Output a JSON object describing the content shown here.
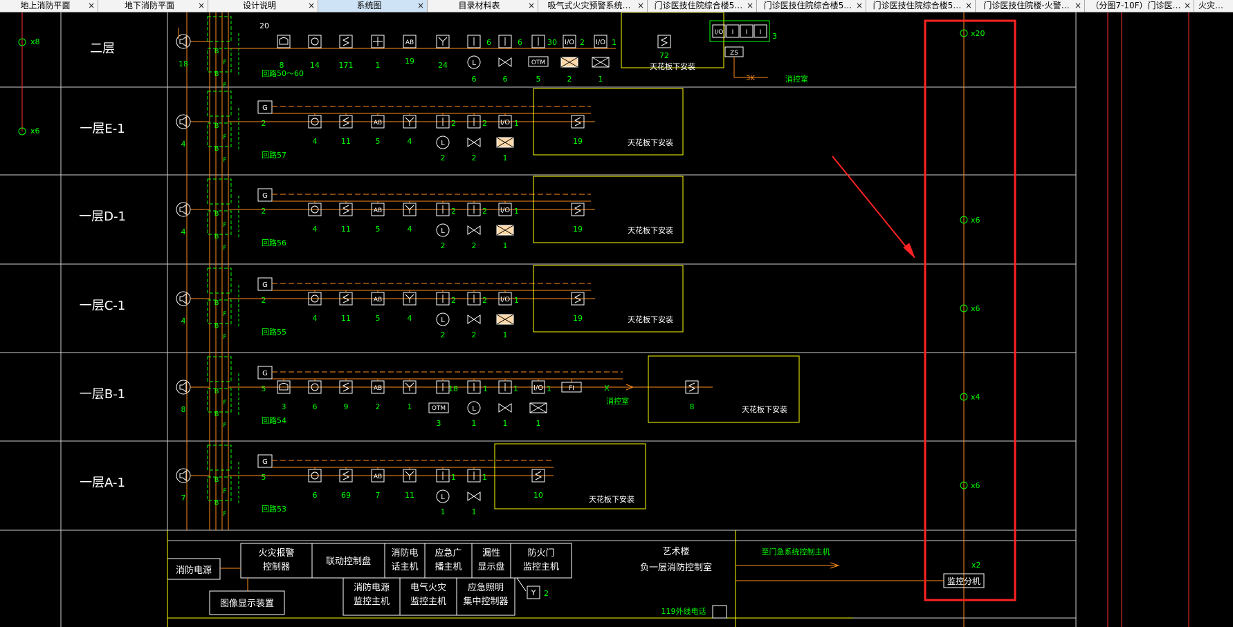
{
  "tabs": [
    {
      "label": "地上消防平面",
      "w": 142
    },
    {
      "label": "地下消防平面",
      "w": 159
    },
    {
      "label": "设计说明",
      "w": 159
    },
    {
      "label": "系统图",
      "w": 158,
      "active": true
    },
    {
      "label": "目录材料表",
      "w": 160
    },
    {
      "label": "吸气式火灾预警系统…",
      "w": 158
    },
    {
      "label": "门诊医技住院综合楼5…",
      "w": 158
    },
    {
      "label": "门诊医技住院综合楼5…",
      "w": 158
    },
    {
      "label": "门诊医技住院综合楼5…",
      "w": 158
    },
    {
      "label": "门诊医技住院楼-火警…",
      "w": 158
    },
    {
      "label": "（分图7-10F）门诊医…",
      "w": 158
    },
    {
      "label": "火灾自动",
      "w": 60
    }
  ],
  "close_glyph": "×",
  "colors": {
    "wire": "#ff8c1a",
    "symbol": "#ffffff",
    "green": "#00ff00",
    "yellow": "#ffff00",
    "grid": "#cfcfcf",
    "highlight": "#ff2222",
    "red_line": "#ff3030"
  },
  "left_column": {
    "marker_1": "x8",
    "marker_2": "x6"
  },
  "floors": [
    {
      "name": "二层",
      "loop": "回路50～60",
      "note": "天花板下安装",
      "counts": [
        "18",
        "8",
        "14",
        "171",
        "1",
        "19",
        "24",
        "6",
        "6",
        "5",
        "2",
        "1",
        "72"
      ],
      "sup": [
        "6",
        "6",
        "30",
        "2",
        "1"
      ]
    },
    {
      "name": "一层E-1",
      "loop": "回路57",
      "note": "天花板下安装",
      "g_count": "2",
      "counts": [
        "4",
        "4",
        "11",
        "5",
        "4",
        "2",
        "2",
        "1",
        "19"
      ],
      "sup": [
        "2",
        "2",
        "1"
      ]
    },
    {
      "name": "一层D-1",
      "loop": "回路56",
      "note": "天花板下安装",
      "g_count": "2",
      "counts": [
        "4",
        "4",
        "11",
        "5",
        "4",
        "2",
        "2",
        "1",
        "19"
      ],
      "sup": [
        "2",
        "2",
        "1"
      ]
    },
    {
      "name": "一层C-1",
      "loop": "回路55",
      "note": "天花板下安装",
      "g_count": "2",
      "counts": [
        "4",
        "4",
        "11",
        "5",
        "4",
        "2",
        "2",
        "1",
        "19"
      ],
      "sup": [
        "2",
        "2",
        "1"
      ]
    },
    {
      "name": "一层B-1",
      "loop": "回路54",
      "note": "天花板下安装",
      "g_count": "5",
      "counts": [
        "8",
        "3",
        "6",
        "9",
        "2",
        "1",
        "3",
        "1",
        "1",
        "1",
        "8"
      ],
      "sup": [
        "18",
        "1",
        "1",
        "1"
      ],
      "fi": "FI",
      "fi_note": "消控室",
      "fi_x": "X"
    },
    {
      "name": "一层A-1",
      "loop": "回路53",
      "note": "天花板下安装",
      "g_count": "5",
      "counts": [
        "7",
        "6",
        "69",
        "7",
        "11",
        "1",
        "1",
        "10"
      ],
      "sup": [
        "1",
        "1"
      ]
    }
  ],
  "top_extra": {
    "zs": "ZS",
    "note": "消控室",
    "sup3": "3",
    "label_3k": "3K",
    "box_labels": [
      "I/O",
      "I",
      "I",
      "I"
    ]
  },
  "symbols": {
    "otm": "OTM",
    "io": "I/O",
    "i": "I",
    "l": "L",
    "g": "G",
    "b": "B",
    "f": "F",
    "ab": "AB",
    "s": "S"
  },
  "control_room": {
    "boxes": [
      {
        "label": "火灾报警\n控制器"
      },
      {
        "label": "联动控制盘"
      },
      {
        "label": "消防电\n话主机"
      },
      {
        "label": "应急广\n播主机"
      },
      {
        "label": "漏性\n显示盘"
      },
      {
        "label": "防火门\n监控主机"
      },
      {
        "label": "消防电源\n监控主机"
      },
      {
        "label": "电气火灾\n监控主机"
      },
      {
        "label": "应急照明\n集中控制器"
      }
    ],
    "power": "消防电源",
    "display": "图像显示装置",
    "building": "艺术楼",
    "room": "负一层消防控制室",
    "y_symbol": "Y",
    "y_count": "2",
    "phone": "119外线电话",
    "to_label": "至门急系统控制主机"
  },
  "right_panel": {
    "markers": [
      {
        "label": "x20"
      },
      {
        "label": "x6"
      },
      {
        "label": "x6"
      },
      {
        "label": "x4"
      },
      {
        "label": "x6"
      }
    ],
    "bottom_mult": "x2",
    "box": "监控分机"
  }
}
